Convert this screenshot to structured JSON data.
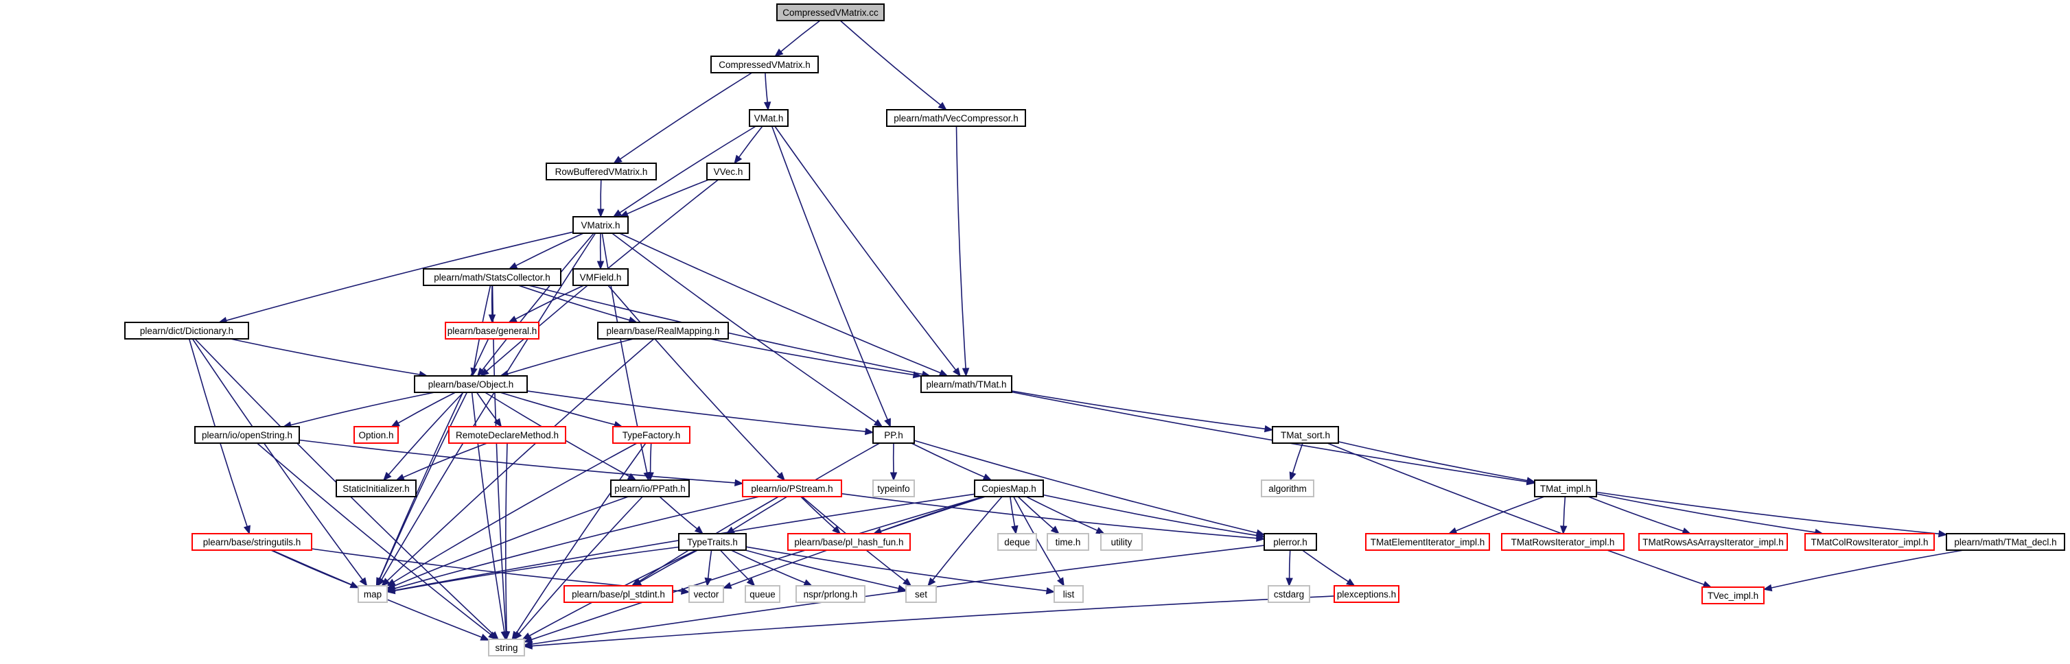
{
  "title": "CompressedVMatrix.cc",
  "colors": {
    "edge": "#191970",
    "node_border": "#000000",
    "missing_border": "#ff0000",
    "external_border": "#c0c0c0",
    "root_fill": "#bfbfbf",
    "node_fill": "#ffffff"
  },
  "nodes": [
    {
      "id": "n0",
      "label": "CompressedVMatrix.cc",
      "kind": "root"
    },
    {
      "id": "n1",
      "label": "CompressedVMatrix.h",
      "kind": "normal"
    },
    {
      "id": "n2",
      "label": "plearn/math/VecCompressor.h",
      "kind": "normal"
    },
    {
      "id": "n3",
      "label": "VMat.h",
      "kind": "normal"
    },
    {
      "id": "n4",
      "label": "RowBufferedVMatrix.h",
      "kind": "normal"
    },
    {
      "id": "n5",
      "label": "VVec.h",
      "kind": "normal"
    },
    {
      "id": "n6",
      "label": "VMatrix.h",
      "kind": "normal"
    },
    {
      "id": "n7",
      "label": "plearn/math/StatsCollector.h",
      "kind": "normal"
    },
    {
      "id": "n8",
      "label": "VMField.h",
      "kind": "normal"
    },
    {
      "id": "n9",
      "label": "plearn/dict/Dictionary.h",
      "kind": "normal"
    },
    {
      "id": "n10",
      "label": "plearn/base/general.h",
      "kind": "missing"
    },
    {
      "id": "n11",
      "label": "plearn/base/RealMapping.h",
      "kind": "normal"
    },
    {
      "id": "n12",
      "label": "plearn/base/Object.h",
      "kind": "normal"
    },
    {
      "id": "n13",
      "label": "plearn/math/TMat.h",
      "kind": "normal"
    },
    {
      "id": "n14",
      "label": "plearn/io/openString.h",
      "kind": "normal"
    },
    {
      "id": "n15",
      "label": "Option.h",
      "kind": "missing"
    },
    {
      "id": "n16",
      "label": "RemoteDeclareMethod.h",
      "kind": "missing"
    },
    {
      "id": "n17",
      "label": "TypeFactory.h",
      "kind": "missing"
    },
    {
      "id": "n18",
      "label": "PP.h",
      "kind": "normal"
    },
    {
      "id": "n19",
      "label": "TMat_sort.h",
      "kind": "normal"
    },
    {
      "id": "n20",
      "label": "StaticInitializer.h",
      "kind": "normal"
    },
    {
      "id": "n21",
      "label": "plearn/io/PPath.h",
      "kind": "normal"
    },
    {
      "id": "n22",
      "label": "plearn/io/PStream.h",
      "kind": "missing"
    },
    {
      "id": "n23",
      "label": "typeinfo",
      "kind": "external"
    },
    {
      "id": "n24",
      "label": "CopiesMap.h",
      "kind": "normal"
    },
    {
      "id": "n25",
      "label": "algorithm",
      "kind": "external"
    },
    {
      "id": "n26",
      "label": "TMat_impl.h",
      "kind": "normal"
    },
    {
      "id": "n27",
      "label": "plearn/base/stringutils.h",
      "kind": "missing"
    },
    {
      "id": "n28",
      "label": "TypeTraits.h",
      "kind": "normal"
    },
    {
      "id": "n29",
      "label": "plearn/base/pl_hash_fun.h",
      "kind": "missing"
    },
    {
      "id": "n30",
      "label": "deque",
      "kind": "external"
    },
    {
      "id": "n31",
      "label": "time.h",
      "kind": "external"
    },
    {
      "id": "n32",
      "label": "utility",
      "kind": "external"
    },
    {
      "id": "n33",
      "label": "plerror.h",
      "kind": "normal"
    },
    {
      "id": "n34",
      "label": "TMatElementIterator_impl.h",
      "kind": "missing"
    },
    {
      "id": "n35",
      "label": "TMatRowsIterator_impl.h",
      "kind": "missing"
    },
    {
      "id": "n36",
      "label": "TMatRowsAsArraysIterator_impl.h",
      "kind": "missing"
    },
    {
      "id": "n37",
      "label": "TMatColRowsIterator_impl.h",
      "kind": "missing"
    },
    {
      "id": "n38",
      "label": "plearn/math/TMat_decl.h",
      "kind": "normal"
    },
    {
      "id": "n39",
      "label": "map",
      "kind": "external"
    },
    {
      "id": "n40",
      "label": "vector",
      "kind": "external"
    },
    {
      "id": "n41",
      "label": "plearn/base/pl_stdint.h",
      "kind": "missing"
    },
    {
      "id": "n42",
      "label": "queue",
      "kind": "external"
    },
    {
      "id": "n43",
      "label": "nspr/prlong.h",
      "kind": "external"
    },
    {
      "id": "n44",
      "label": "set",
      "kind": "external"
    },
    {
      "id": "n45",
      "label": "list",
      "kind": "external"
    },
    {
      "id": "n46",
      "label": "cstdarg",
      "kind": "external"
    },
    {
      "id": "n47",
      "label": "plexceptions.h",
      "kind": "missing"
    },
    {
      "id": "n48",
      "label": "TVec_impl.h",
      "kind": "missing"
    },
    {
      "id": "n49",
      "label": "string",
      "kind": "external"
    }
  ],
  "edges": [
    [
      "n0",
      "n1"
    ],
    [
      "n0",
      "n2"
    ],
    [
      "n1",
      "n3"
    ],
    [
      "n1",
      "n4"
    ],
    [
      "n2",
      "n13"
    ],
    [
      "n3",
      "n5"
    ],
    [
      "n3",
      "n6"
    ],
    [
      "n3",
      "n18"
    ],
    [
      "n3",
      "n13"
    ],
    [
      "n4",
      "n6"
    ],
    [
      "n5",
      "n6"
    ],
    [
      "n5",
      "n12"
    ],
    [
      "n6",
      "n7"
    ],
    [
      "n6",
      "n8"
    ],
    [
      "n6",
      "n9"
    ],
    [
      "n6",
      "n12"
    ],
    [
      "n6",
      "n13"
    ],
    [
      "n6",
      "n18"
    ],
    [
      "n6",
      "n21"
    ],
    [
      "n6",
      "n39"
    ],
    [
      "n7",
      "n10"
    ],
    [
      "n7",
      "n11"
    ],
    [
      "n7",
      "n12"
    ],
    [
      "n7",
      "n13"
    ],
    [
      "n7",
      "n49"
    ],
    [
      "n8",
      "n10"
    ],
    [
      "n8",
      "n22"
    ],
    [
      "n9",
      "n12"
    ],
    [
      "n9",
      "n27"
    ],
    [
      "n9",
      "n39"
    ],
    [
      "n9",
      "n49"
    ],
    [
      "n10",
      "n39"
    ],
    [
      "n11",
      "n12"
    ],
    [
      "n11",
      "n13"
    ],
    [
      "n11",
      "n39"
    ],
    [
      "n12",
      "n14"
    ],
    [
      "n12",
      "n15"
    ],
    [
      "n12",
      "n16"
    ],
    [
      "n12",
      "n17"
    ],
    [
      "n12",
      "n18"
    ],
    [
      "n12",
      "n20"
    ],
    [
      "n12",
      "n21"
    ],
    [
      "n12",
      "n39"
    ],
    [
      "n12",
      "n49"
    ],
    [
      "n13",
      "n19"
    ],
    [
      "n13",
      "n26"
    ],
    [
      "n14",
      "n22"
    ],
    [
      "n14",
      "n49"
    ],
    [
      "n16",
      "n20"
    ],
    [
      "n16",
      "n49"
    ],
    [
      "n17",
      "n21"
    ],
    [
      "n17",
      "n39"
    ],
    [
      "n17",
      "n49"
    ],
    [
      "n18",
      "n23"
    ],
    [
      "n18",
      "n24"
    ],
    [
      "n18",
      "n28"
    ],
    [
      "n18",
      "n33"
    ],
    [
      "n19",
      "n25"
    ],
    [
      "n19",
      "n26"
    ],
    [
      "n19",
      "n48"
    ],
    [
      "n21",
      "n28"
    ],
    [
      "n21",
      "n39"
    ],
    [
      "n21",
      "n49"
    ],
    [
      "n22",
      "n29"
    ],
    [
      "n22",
      "n33"
    ],
    [
      "n22",
      "n39"
    ],
    [
      "n22",
      "n41"
    ],
    [
      "n22",
      "n44"
    ],
    [
      "n24",
      "n29"
    ],
    [
      "n24",
      "n30"
    ],
    [
      "n24",
      "n31"
    ],
    [
      "n24",
      "n32"
    ],
    [
      "n24",
      "n33"
    ],
    [
      "n24",
      "n39"
    ],
    [
      "n24",
      "n40"
    ],
    [
      "n24",
      "n44"
    ],
    [
      "n24",
      "n45"
    ],
    [
      "n24",
      "n49"
    ],
    [
      "n26",
      "n34"
    ],
    [
      "n26",
      "n35"
    ],
    [
      "n26",
      "n36"
    ],
    [
      "n26",
      "n37"
    ],
    [
      "n26",
      "n38"
    ],
    [
      "n27",
      "n39"
    ],
    [
      "n27",
      "n40"
    ],
    [
      "n27",
      "n49"
    ],
    [
      "n28",
      "n39"
    ],
    [
      "n28",
      "n40"
    ],
    [
      "n28",
      "n41"
    ],
    [
      "n28",
      "n42"
    ],
    [
      "n28",
      "n43"
    ],
    [
      "n28",
      "n44"
    ],
    [
      "n28",
      "n45"
    ],
    [
      "n28",
      "n49"
    ],
    [
      "n33",
      "n46"
    ],
    [
      "n33",
      "n47"
    ],
    [
      "n33",
      "n49"
    ],
    [
      "n38",
      "n48"
    ],
    [
      "n47",
      "n49"
    ]
  ]
}
